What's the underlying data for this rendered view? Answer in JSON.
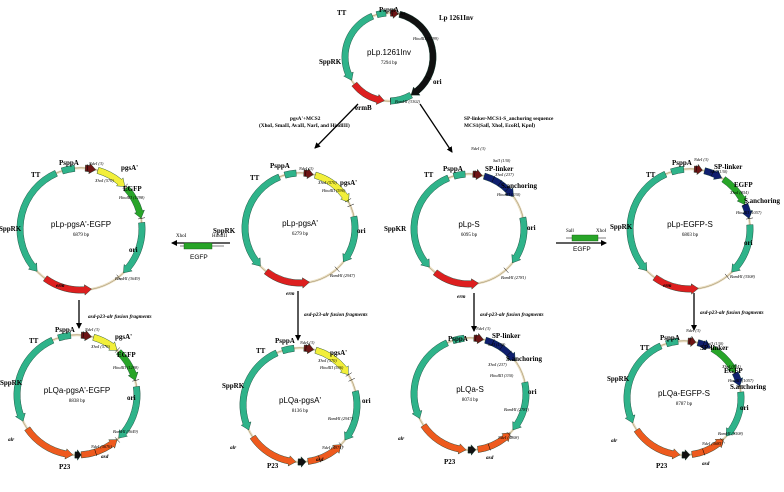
{
  "colors": {
    "green": "#2fb38a",
    "green_light": "#7fd9b5",
    "red": "#dd1f1f",
    "orange": "#ee5a1e",
    "yellow": "#f2ef3a",
    "dark_green": "#1a7a1a",
    "black": "#111111",
    "navy": "#0f1f6e",
    "maroon": "#6e1515",
    "pink": "#e05a7a",
    "bright_green": "#28a528",
    "backbone": "#e9ddc0"
  },
  "plasmids": [
    {
      "id": "pLp1261Inv",
      "name": "pLp.1261Inv",
      "size": "7294 bp",
      "labels": {
        "lp": "Lp 1261Inv",
        "ori": "ori",
        "ermb": "ermB",
        "sppk": "SppRK",
        "tt": "TT",
        "pspa": "PsppA"
      },
      "sites": {
        "ndei": "NdeI",
        "hindiii": "HindIII (5299)",
        "bamhi": "BamHI (3302)"
      }
    },
    {
      "id": "pLp-pgsA",
      "name": "pLp-pgsA'",
      "size": "6279 bp",
      "labels": {
        "pgsa": "pgsA'",
        "ori": "ori",
        "erm": "erm",
        "sppk": "SppRK",
        "tt": "TT",
        "pspa": "PsppA"
      },
      "sites": {
        "ndei": "NdeI (3)",
        "xhoi": "XhoI (570)",
        "hindiii": "HindIII (596)",
        "bamhi": "BamHI (2947)"
      }
    },
    {
      "id": "pLp-S",
      "name": "pLp-S",
      "size": "6095 bp",
      "labels": {
        "sp": "SP-linker",
        "sanc": "S.anchoring",
        "ori": "ori",
        "erm": "erm",
        "sppk": "SppKR",
        "tt": "TT",
        "pspa": "PsppA"
      },
      "sites": {
        "ndei": "NdeI (3)",
        "sali": "SalI (130)",
        "xhoi": "XhoI (237)",
        "hindiii": "HindIII (330)",
        "bamhi": "BamHI (2781)"
      }
    },
    {
      "id": "pLp-pgsA-EGFP",
      "name": "pLp-pgsA'-EGFP",
      "size": "6879 bp",
      "labels": {
        "pgsa": "pgsA'",
        "egfp": "EGFP",
        "ori": "ori",
        "erm": "erm",
        "sppk": "SppRK",
        "tt": "TT",
        "pspa": "PsppA"
      },
      "sites": {
        "ndei": "NdeI (3)",
        "xhoi": "XhoI (570)",
        "hindiii": "HindIII (1298)",
        "bamhi": "BamHI (3649)"
      }
    },
    {
      "id": "pLp-EGFP-S",
      "name": "pLp-EGFP-S",
      "size": "6803 bp",
      "labels": {
        "sp": "SP-linker",
        "egfp": "EGFP",
        "sanc": "S.anchoring",
        "ori": "ori",
        "erm": "erm",
        "sppk": "SppRK",
        "tt": "TT",
        "pspa": "PsppA"
      },
      "sites": {
        "ndei": "NdeI (3)",
        "sali": "SalI (130)",
        "xhoi": "XhoI (854)",
        "hindiii": "HindIII (1057)",
        "bamhi": "BamHI (3508)"
      }
    },
    {
      "id": "pLQa-pgsA-EGFP",
      "name": "pLQa-pgsA'-EGFP",
      "size": "8838 bp",
      "labels": {
        "pgsa": "pgsA'",
        "egfp": "EGFP",
        "ori": "ori",
        "alr": "alr",
        "asd": "asd",
        "p23": "P23",
        "sppk": "SppRK",
        "tt": "TT",
        "pspa": "PsppA"
      },
      "sites": {
        "ndei": "NdeI (3)",
        "xhoi": "XhoI (570)",
        "hindiii": "HindIII (1298)",
        "bamhi": "BamHI (3649)",
        "ndei2": "NdeI (5676)"
      }
    },
    {
      "id": "pLQa-pgsA",
      "name": "pLQa-pgsA'",
      "size": "8136 bp",
      "labels": {
        "pgsa": "pgsA'",
        "ori": "ori",
        "alr": "alr",
        "asd": "asd",
        "p23": "P23",
        "sppk": "SppRK",
        "tt": "TT",
        "pspa": "PsppA"
      },
      "sites": {
        "ndei": "NdeI (3)",
        "xhoi": "XhoI (570)",
        "hindiii": "HindIII (596)",
        "bamhi": "BamHI (2947)",
        "ndei2": "NdeI (4974)"
      }
    },
    {
      "id": "pLQa-S",
      "name": "pLQa-S",
      "size": "8074 bp",
      "labels": {
        "sp": "SP-linker",
        "sanc": "S.anchoring",
        "ori": "ori",
        "alr": "alr",
        "asd": "asd",
        "p23": "P23",
        "pspa": "PsppA"
      },
      "sites": {
        "ndei": "NdeI (3)",
        "sali": "SalI (130)",
        "xhoi": "XhoI (237)",
        "hindiii": "HindIII (330)",
        "bamhi": "BamHI (2781)",
        "ndei2": "NdeI (4808)"
      }
    },
    {
      "id": "pLQa-EGFP-S",
      "name": "pLQa-EGFP-S",
      "size": "8787 bp",
      "labels": {
        "pspa": "PsppA",
        "sp": "SP-linker",
        "egfp": "EGFP",
        "sanc": "S.anchoring",
        "ori": "ori",
        "alr": "alr",
        "asd": "asd",
        "p23": "P23",
        "sppk": "SppRK",
        "tt": "TT"
      },
      "sites": {
        "ndei": "NdeI (3)",
        "sali": "SalI (130)",
        "xhoi": "XhoI (854)",
        "hindiii": "HindIII (1057)",
        "bamhi": "BamHI (3508)",
        "ndei2": "NdeI (5685)"
      }
    }
  ],
  "annotations": {
    "pgsa_mcs2": "pgsA'+MCS2",
    "pgsa_mcs2_sites": "(XhoI, SmaII, AvaII, NarI, and HindIII)",
    "sp_mcs": "SP-linker-MCS1-S_anchoring sequence",
    "sp_mcs_sites": "MCS1(SalⅠ, XhoⅠ, EcoRⅠ, KpnⅠ)",
    "fusion": "asd-p23-alr fusion fragments",
    "egfp_left": "EGFP",
    "egfp_left_xho": "XhoI",
    "egfp_left_hind": "HindIII",
    "egfp_right": "EGFP",
    "egfp_right_sal": "SalⅠ",
    "egfp_right_xho": "XhoⅠ"
  }
}
